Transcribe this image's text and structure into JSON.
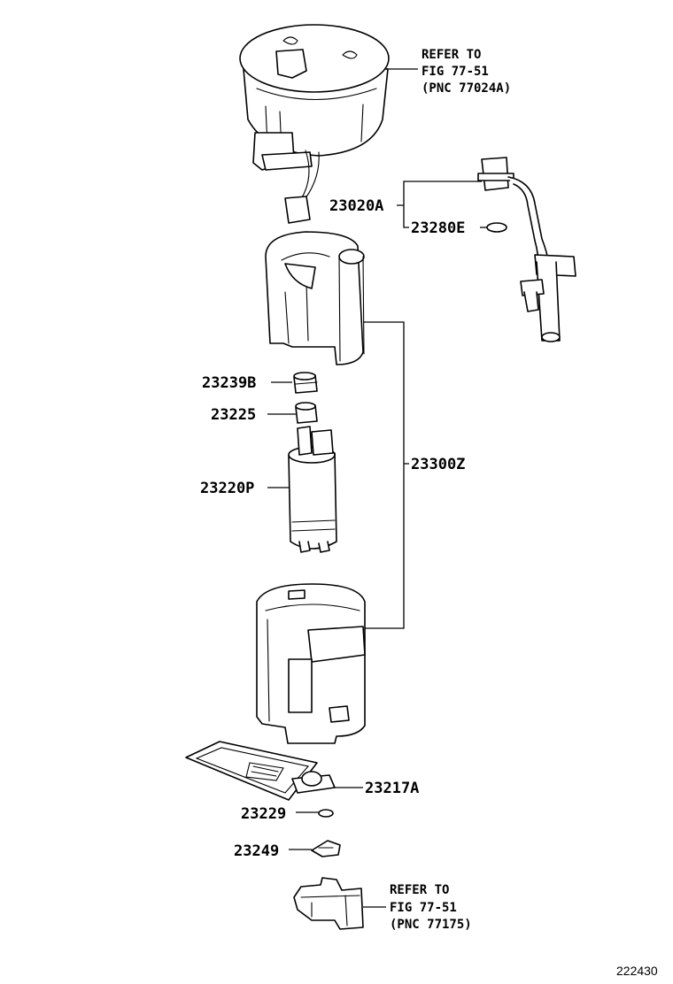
{
  "diagram": {
    "labels": {
      "p23020A": "23020A",
      "p23280E": "23280E",
      "p23239B": "23239B",
      "p23225": "23225",
      "p23220P": "23220P",
      "p23300Z": "23300Z",
      "p23217A": "23217A",
      "p23229": "23229",
      "p23249": "23249"
    },
    "refer_top": {
      "line1": "REFER TO",
      "line2": "FIG 77-51",
      "line3": "(PNC 77024A)"
    },
    "refer_bottom": {
      "line1": "REFER TO",
      "line2": "FIG 77-51",
      "line3": "(PNC 77175)"
    },
    "figure_code": "222430"
  }
}
